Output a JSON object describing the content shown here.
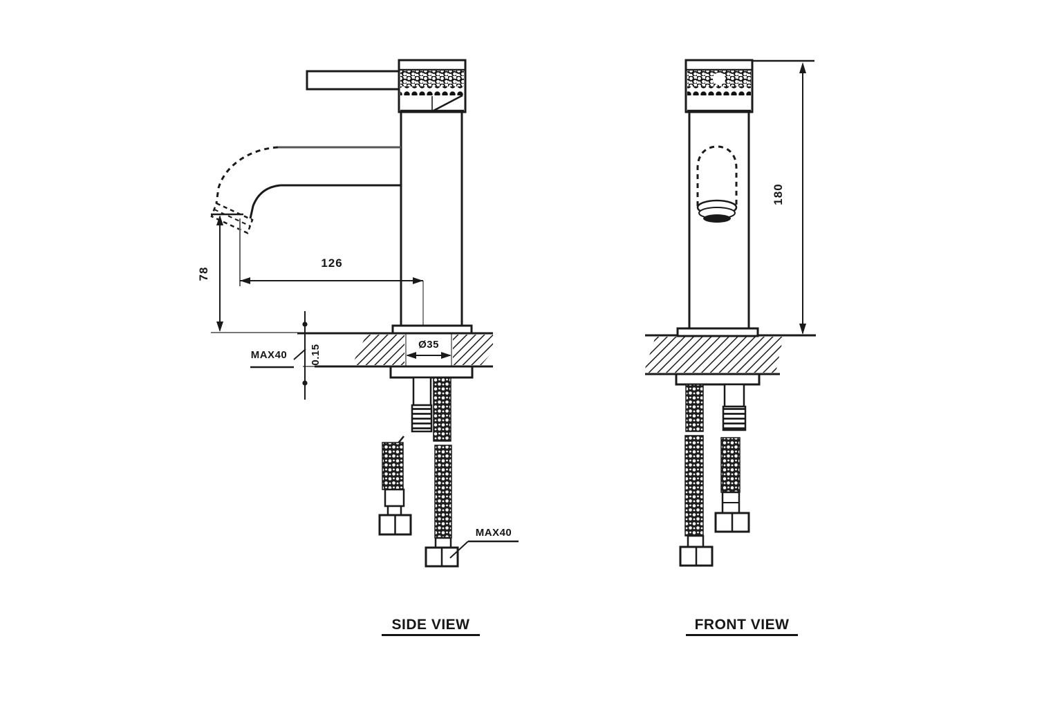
{
  "labels": {
    "side_view": "SIDE VIEW",
    "front_view": "FRONT VIEW"
  },
  "dimensions": {
    "spout_reach": "126",
    "spout_height": "78",
    "deck_note": "0.15",
    "deck_max_thickness": "MAX40",
    "hole_diameter": "Ø35",
    "overall_height": "180",
    "hose_max": "MAX40"
  },
  "colors": {
    "background": "#ffffff",
    "line": "#1a1a1a"
  }
}
